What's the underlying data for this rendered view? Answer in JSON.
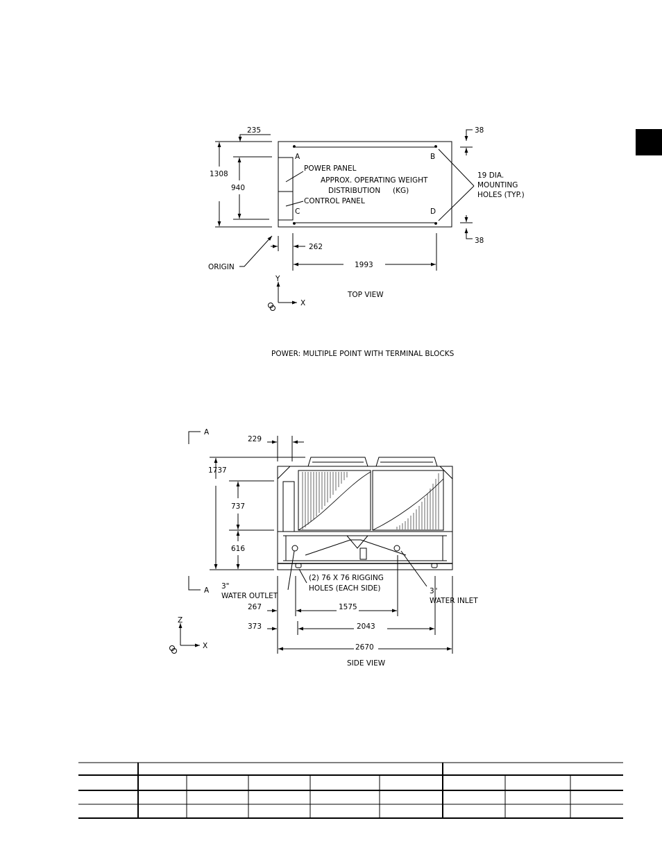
{
  "top_view": {
    "dims": {
      "d235": "235",
      "d38_top": "38",
      "d1308": "1308",
      "d940": "940",
      "d38_bottom": "38",
      "d262": "262",
      "d1993": "1993"
    },
    "corners": {
      "a": "A",
      "b": "B",
      "c": "C",
      "d": "D"
    },
    "labels": {
      "power_panel": "POWER PANEL",
      "weight_line1": "APPROX. OPERATING WEIGHT",
      "weight_line2": "DISTRIBUTION",
      "weight_unit": "(KG)",
      "control_panel": "CONTROL PANEL",
      "holes_line1": "19 DIA.",
      "holes_line2": "MOUNTING",
      "holes_line3": "HOLES (TYP.)",
      "origin": "ORIGIN",
      "axis_y": "Y",
      "axis_x": "X",
      "view_title": "TOP VIEW"
    }
  },
  "power_note": "POWER: MULTIPLE POINT WITH TERMINAL BLOCKS",
  "side_view": {
    "dims": {
      "d229": "229",
      "d1737": "1737",
      "d737": "737",
      "d616": "616",
      "d267": "267",
      "d1575": "1575",
      "d373": "373",
      "d2043": "2043",
      "d2670": "2670"
    },
    "labels": {
      "section_top": "A",
      "section_bottom": "A",
      "outlet_line1": "3\"",
      "outlet_line2": "WATER OUTLET",
      "rigging_line1": "(2) 76 X 76 RIGGING",
      "rigging_line2": "HOLES (EACH SIDE)",
      "inlet_line1": "3\"",
      "inlet_line2": "WATER INLET",
      "axis_z": "Z",
      "axis_x": "X",
      "view_title": "SIDE VIEW"
    }
  },
  "colors": {
    "ink": "#000000",
    "paper": "#ffffff"
  }
}
